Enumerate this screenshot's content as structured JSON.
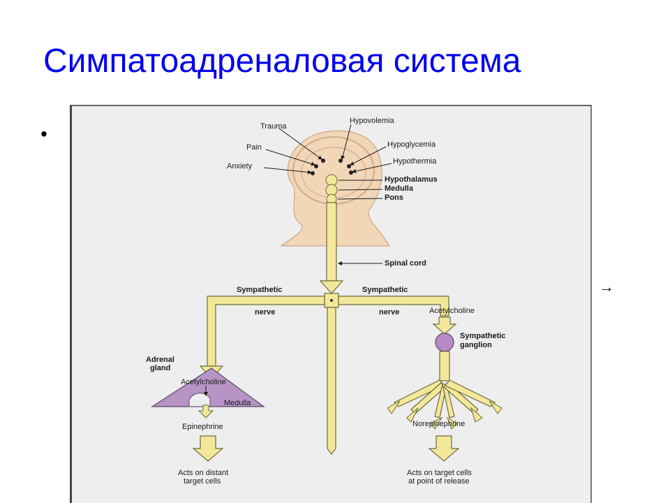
{
  "slide": {
    "title": "Симпатоадреналовая система",
    "bullet": "•",
    "arrow": "→"
  },
  "diagram": {
    "stressors": {
      "trauma": "Trauma",
      "pain": "Pain",
      "anxiety": "Anxiety",
      "hypovolemia": "Hypovolemia",
      "hypoglycemia": "Hypoglycemia",
      "hypothermia": "Hypothermia"
    },
    "brain": {
      "hypothalamus": "Hypothalamus",
      "medulla": "Medulla",
      "pons": "Pons"
    },
    "spinal_cord": "Spinal cord",
    "left_nerve": {
      "line1": "Sympathetic",
      "line2": "nerve"
    },
    "right_nerve": {
      "line1": "Sympathetic",
      "line2": "nerve"
    },
    "adrenal": {
      "gland_line1": "Adrenal",
      "gland_line2": "gland",
      "acetylcholine": "Acetylcholine",
      "medulla": "Medulla",
      "output": "Epinephrine",
      "effect_line1": "Acts on distant",
      "effect_line2": "target cells"
    },
    "ganglion_path": {
      "acetylcholine": "Acetylcholine",
      "ganglion_line1": "Sympathetic",
      "ganglion_line2": "ganglion",
      "output": "Norepinephrine",
      "effect_line1": "Acts on target cells",
      "effect_line2": "at point of release"
    },
    "colors": {
      "background": "#eeeeee",
      "nerve": "#f3e79a",
      "nerve_outline": "#6b6b3a",
      "head": "#f2d6b8",
      "ganglion": "#b98ac6",
      "adrenal": "#b894c6"
    }
  }
}
